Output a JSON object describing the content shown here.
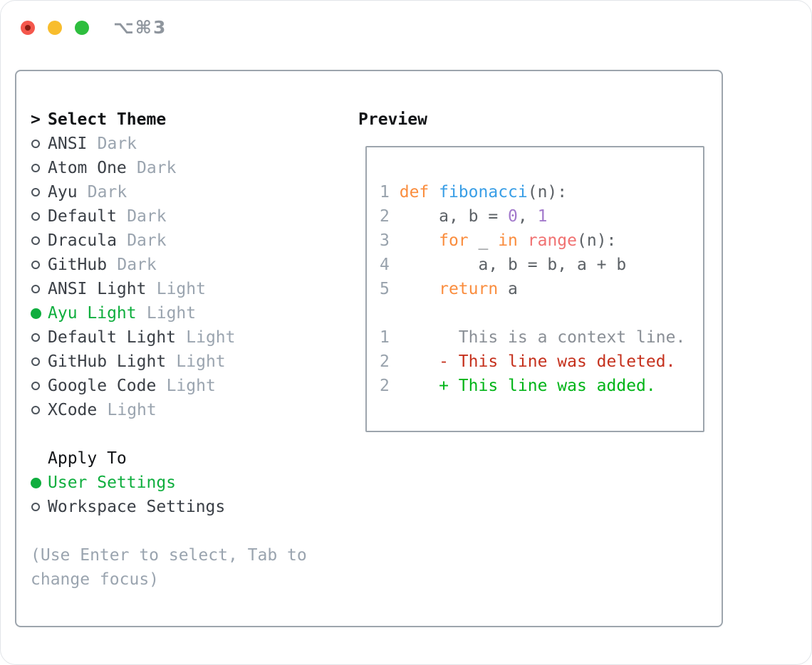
{
  "window": {
    "shortcut_hint": "⌥⌘3"
  },
  "theme_selector": {
    "header_marker": ">",
    "header": "Select Theme",
    "items": [
      {
        "label": "ANSI",
        "variant": "Dark",
        "selected": false
      },
      {
        "label": "Atom One",
        "variant": "Dark",
        "selected": false
      },
      {
        "label": "Ayu",
        "variant": "Dark",
        "selected": false
      },
      {
        "label": "Default",
        "variant": "Dark",
        "selected": false
      },
      {
        "label": "Dracula",
        "variant": "Dark",
        "selected": false
      },
      {
        "label": "GitHub",
        "variant": "Dark",
        "selected": false
      },
      {
        "label": "ANSI Light",
        "variant": "Light",
        "selected": false
      },
      {
        "label": "Ayu Light",
        "variant": "Light",
        "selected": true
      },
      {
        "label": "Default Light",
        "variant": "Light",
        "selected": false
      },
      {
        "label": "GitHub Light",
        "variant": "Light",
        "selected": false
      },
      {
        "label": "Google Code",
        "variant": "Light",
        "selected": false
      },
      {
        "label": "XCode",
        "variant": "Light",
        "selected": false
      }
    ]
  },
  "apply_to": {
    "header": "Apply To",
    "options": [
      {
        "label": "User Settings",
        "selected": true
      },
      {
        "label": "Workspace Settings",
        "selected": false
      }
    ]
  },
  "help_text": "(Use Enter to select, Tab to change focus)",
  "preview": {
    "header": "Preview",
    "lines": [
      {
        "num": "1",
        "segments": [
          {
            "t": "def ",
            "c": "keyword"
          },
          {
            "t": "fibonacci",
            "c": "function"
          },
          {
            "t": "(n):",
            "c": "default"
          }
        ]
      },
      {
        "num": "2",
        "segments": [
          {
            "t": "    a, b = ",
            "c": "default"
          },
          {
            "t": "0",
            "c": "number"
          },
          {
            "t": ", ",
            "c": "default"
          },
          {
            "t": "1",
            "c": "number"
          }
        ]
      },
      {
        "num": "3",
        "segments": [
          {
            "t": "    ",
            "c": "default"
          },
          {
            "t": "for",
            "c": "keyword"
          },
          {
            "t": " _ ",
            "c": "default"
          },
          {
            "t": "in",
            "c": "keyword"
          },
          {
            "t": " ",
            "c": "default"
          },
          {
            "t": "range",
            "c": "builtin"
          },
          {
            "t": "(n):",
            "c": "default"
          }
        ]
      },
      {
        "num": "4",
        "segments": [
          {
            "t": "        a, b = b, a + b",
            "c": "default"
          }
        ]
      },
      {
        "num": "5",
        "segments": [
          {
            "t": "    ",
            "c": "default"
          },
          {
            "t": "return",
            "c": "keyword"
          },
          {
            "t": " a",
            "c": "default"
          }
        ]
      },
      {
        "num": "",
        "segments": []
      },
      {
        "num": "1",
        "segments": [
          {
            "t": "      This is a context line.",
            "c": "context"
          }
        ]
      },
      {
        "num": "2",
        "segments": [
          {
            "t": "    - This line was deleted.",
            "c": "deleted"
          }
        ]
      },
      {
        "num": "2",
        "segments": [
          {
            "t": "    + This line was added.",
            "c": "added"
          }
        ]
      }
    ]
  },
  "colors": {
    "window_red": "#F4574C",
    "window_red_inner": "#8A1D12",
    "window_yellow": "#F8BD2D",
    "window_green": "#2EBE3E",
    "shortcut_text": "#8F969E",
    "border": "#9DA5AD",
    "header_text": "#121417",
    "text_primary": "#3A3F46",
    "text_muted": "#9AA4AF",
    "radio_ring": "#4D545C",
    "accent_green": "#0FAE3E",
    "line_number": "#98A2AC",
    "code_default": "#5C6166",
    "code_keyword": "#FA8D3E",
    "code_function": "#399EE6",
    "code_number": "#A37ACC",
    "code_builtin": "#F07171",
    "diff_context": "#8A8F96",
    "diff_deleted": "#C5311D",
    "diff_added": "#00B417"
  }
}
